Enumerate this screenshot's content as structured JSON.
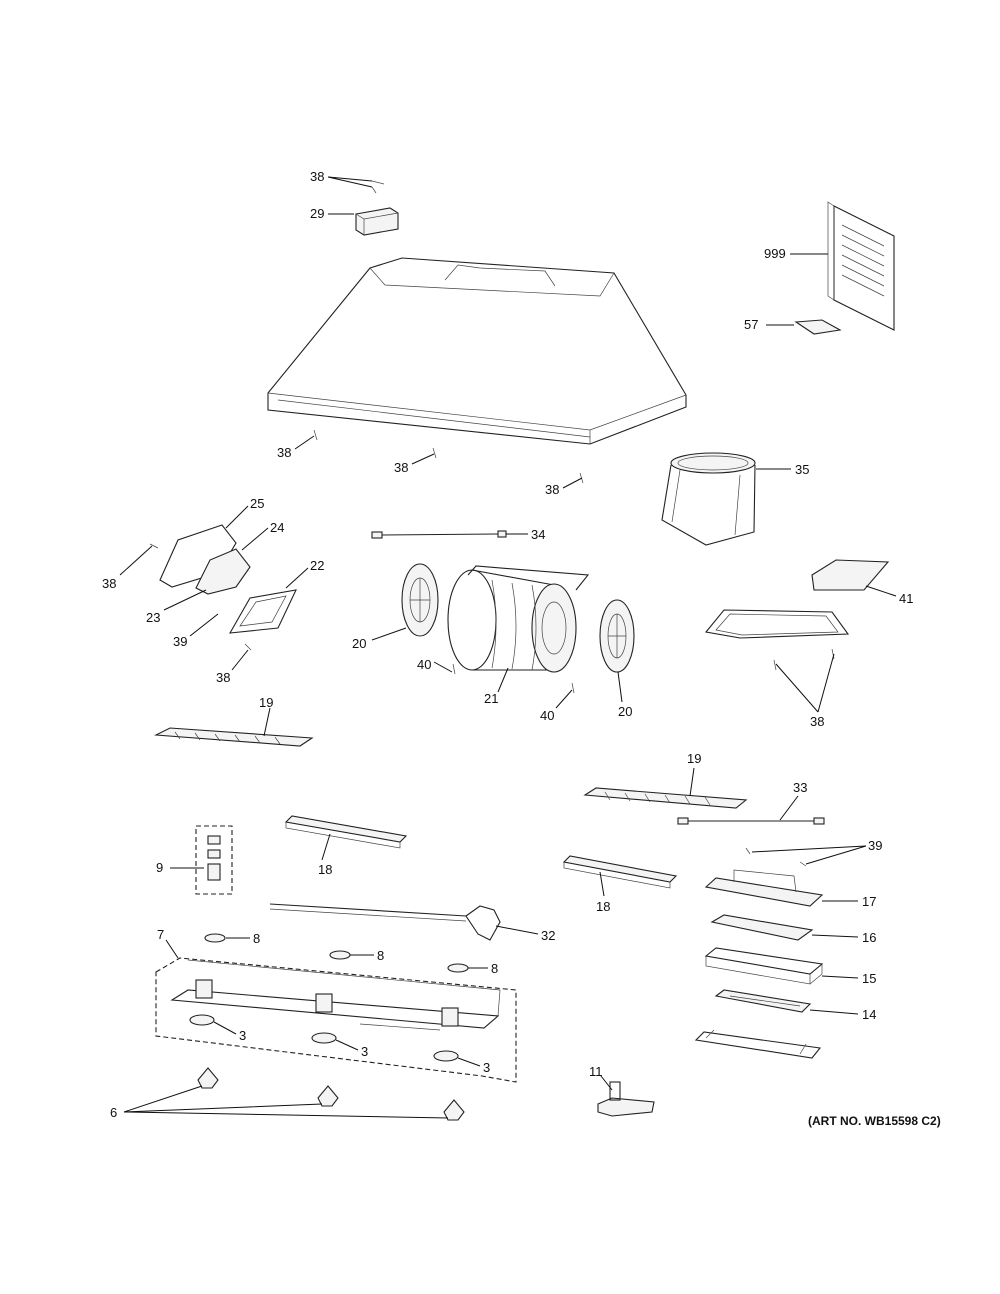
{
  "art_number": "(ART NO. WB15598 C2)",
  "callouts": {
    "c38_top": "38",
    "c29": "29",
    "c999": "999",
    "c57": "57",
    "c38_left1": "38",
    "c38_mid1": "38",
    "c38_right1": "38",
    "c35": "35",
    "c25": "25",
    "c24": "24",
    "c38_bracket": "38",
    "c23": "23",
    "c22": "22",
    "c39_left": "39",
    "c38_filter": "38",
    "c34": "34",
    "c20_left": "20",
    "c40_left": "40",
    "c21": "21",
    "c40_right": "40",
    "c20_right": "20",
    "c41": "41",
    "c38_tray": "38",
    "c19_left": "19",
    "c19_right": "19",
    "c33": "33",
    "c9": "9",
    "c18_left": "18",
    "c18_right": "18",
    "c39_right": "39",
    "c17": "17",
    "c32": "32",
    "c16": "16",
    "c7": "7",
    "c8_a": "8",
    "c8_b": "8",
    "c8_c": "8",
    "c15": "15",
    "c14": "14",
    "c3_a": "3",
    "c3_b": "3",
    "c3_c": "3",
    "c11": "11",
    "c6": "6"
  }
}
